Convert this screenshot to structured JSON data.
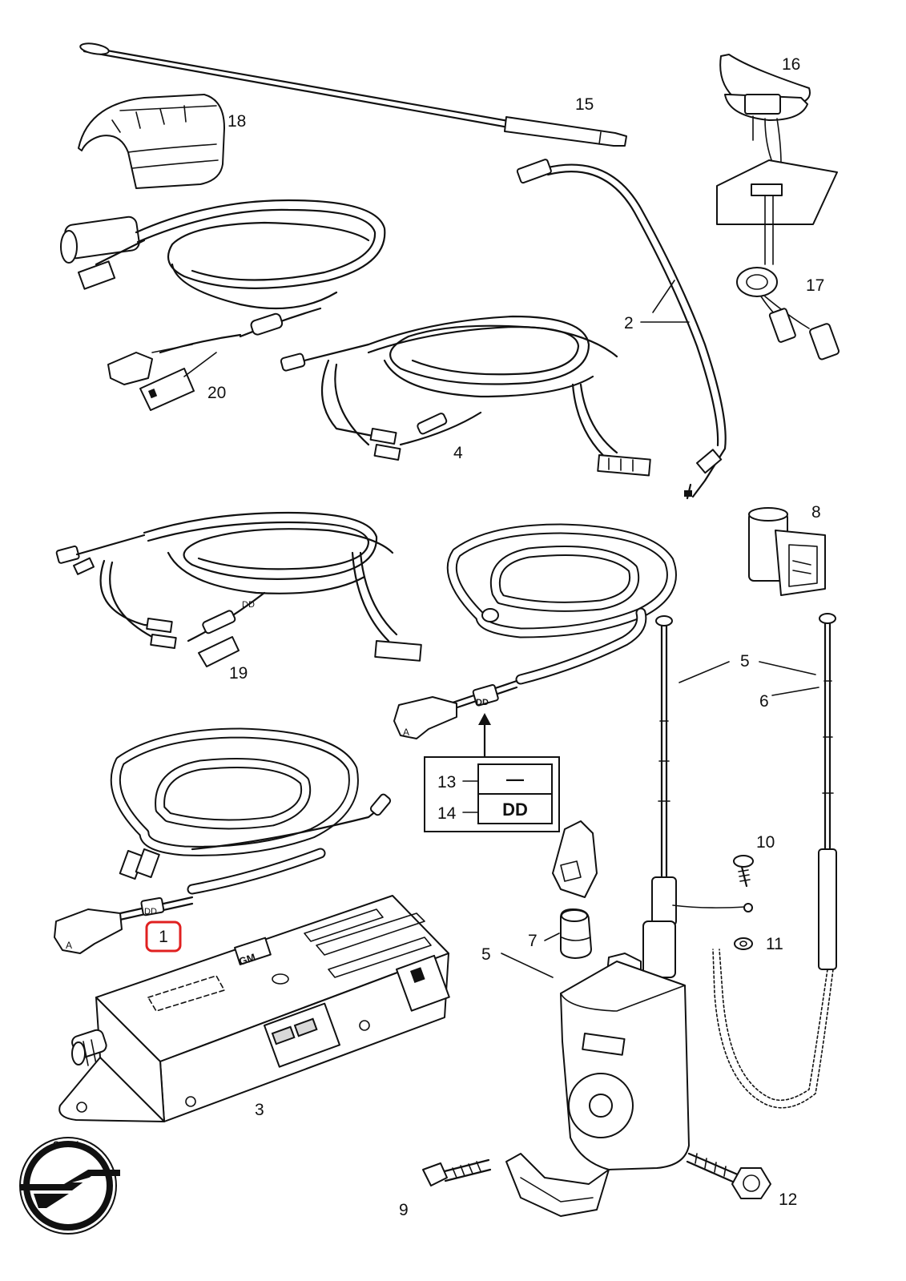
{
  "callouts": [
    {
      "id": "c1",
      "text": "1"
    },
    {
      "id": "c2",
      "text": "2"
    },
    {
      "id": "c3",
      "text": "3"
    },
    {
      "id": "c4",
      "text": "4"
    },
    {
      "id": "c5a",
      "text": "5"
    },
    {
      "id": "c5b",
      "text": "5"
    },
    {
      "id": "c6",
      "text": "6"
    },
    {
      "id": "c7",
      "text": "7"
    },
    {
      "id": "c8",
      "text": "8"
    },
    {
      "id": "c9",
      "text": "9"
    },
    {
      "id": "c10",
      "text": "10"
    },
    {
      "id": "c11",
      "text": "11"
    },
    {
      "id": "c12",
      "text": "12"
    },
    {
      "id": "c15",
      "text": "15"
    },
    {
      "id": "c16",
      "text": "16"
    },
    {
      "id": "c17",
      "text": "17"
    },
    {
      "id": "c18",
      "text": "18"
    },
    {
      "id": "c19",
      "text": "19"
    },
    {
      "id": "c20",
      "text": "20"
    }
  ],
  "variant_table": {
    "rows": [
      {
        "ref": "13",
        "code": "—"
      },
      {
        "ref": "14",
        "code": "DD"
      }
    ]
  },
  "part_marks": {
    "cable_tag_1": "DD",
    "cable_tag_13": "DD",
    "cable_tag_19": "DD",
    "module_mark": "GM",
    "plug_letter": "A"
  },
  "logo": {
    "brand": "OPEL"
  },
  "highlight_color": "#e02020"
}
